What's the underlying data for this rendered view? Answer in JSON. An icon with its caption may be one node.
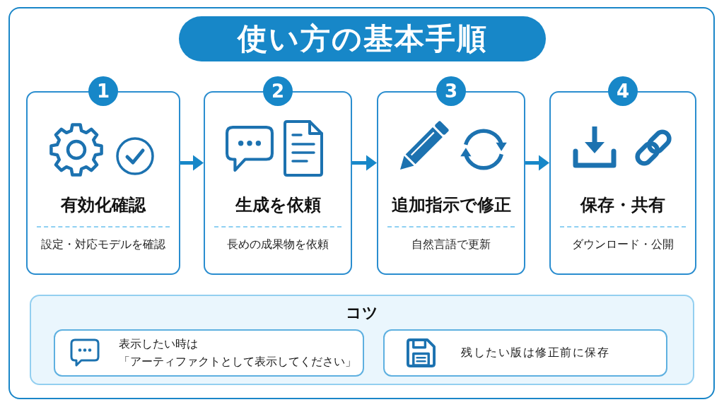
{
  "diagram": {
    "title": "使い方の基本手順",
    "nodes": [
      {
        "text": [
          "1"
        ]
      },
      {
        "text": [
          "有効化確認",
          "設定・対応モデルを確認"
        ]
      },
      {
        "text": [
          "2"
        ]
      },
      {
        "text": [
          "生成を依頼",
          "長めの成果物を依頼"
        ]
      },
      {
        "text": [
          "3"
        ]
      },
      {
        "text": [
          "追加指示で修正",
          "自然言語で更新"
        ]
      },
      {
        "text": [
          "4"
        ]
      },
      {
        "text": [
          "保存・共有",
          "ダウンロード・公開"
        ]
      },
      {
        "text": [
          "コツ"
        ]
      },
      {
        "text": [
          "表示したい時は",
          "「アーティファクトとして表示してください」"
        ],
        "in": 8
      },
      {
        "text": [
          "残したい版は修正前に保存"
        ],
        "in": 8
      }
    ],
    "edges": [
      {
        "from": 1,
        "to": 3,
        "arrow": "to"
      },
      {
        "from": 3,
        "to": 5,
        "arrow": "to"
      },
      {
        "from": 5,
        "to": 7,
        "arrow": "to"
      }
    ]
  }
}
